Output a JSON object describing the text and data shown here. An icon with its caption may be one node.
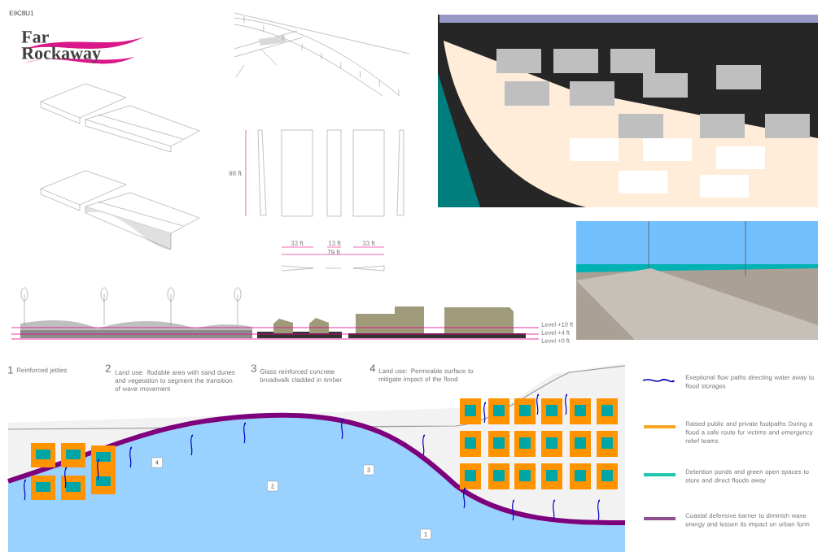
{
  "diagram": {
    "title": "Far Rockaway",
    "labels": [
      "E9C8U1",
      "98 ft",
      "33 ft",
      "13 ft",
      "33 ft",
      "79 ft",
      "Level +10 ft",
      "Level +4 ft",
      "Level +0 ft",
      "1",
      "Reinforced jetties",
      "2",
      "Land use: flodable area with sand dunes and vegetation to segment the transition of wave movement",
      "3",
      "Glass reinforced concrete broadwalk cladded in timber",
      "4",
      "Land use: Permeable surface to mitigate impact of the flood",
      "4",
      "2",
      "3",
      "1"
    ],
    "legend": [
      {
        "text": "Exeptional flow paths directing water away to flood storages"
      },
      {
        "text": "Raised public and private footpaths During a flood a safe route for victims and emergency relief teams",
        "color": "#f5a623"
      },
      {
        "text": "Detention ponds and green open spaces to store and direct floods away",
        "color": "#1fc8ad"
      },
      {
        "text": "Coastal defensive barrier to diminish wave energy and lessen its impact on urban form",
        "color": "#8e4f8e"
      }
    ]
  }
}
